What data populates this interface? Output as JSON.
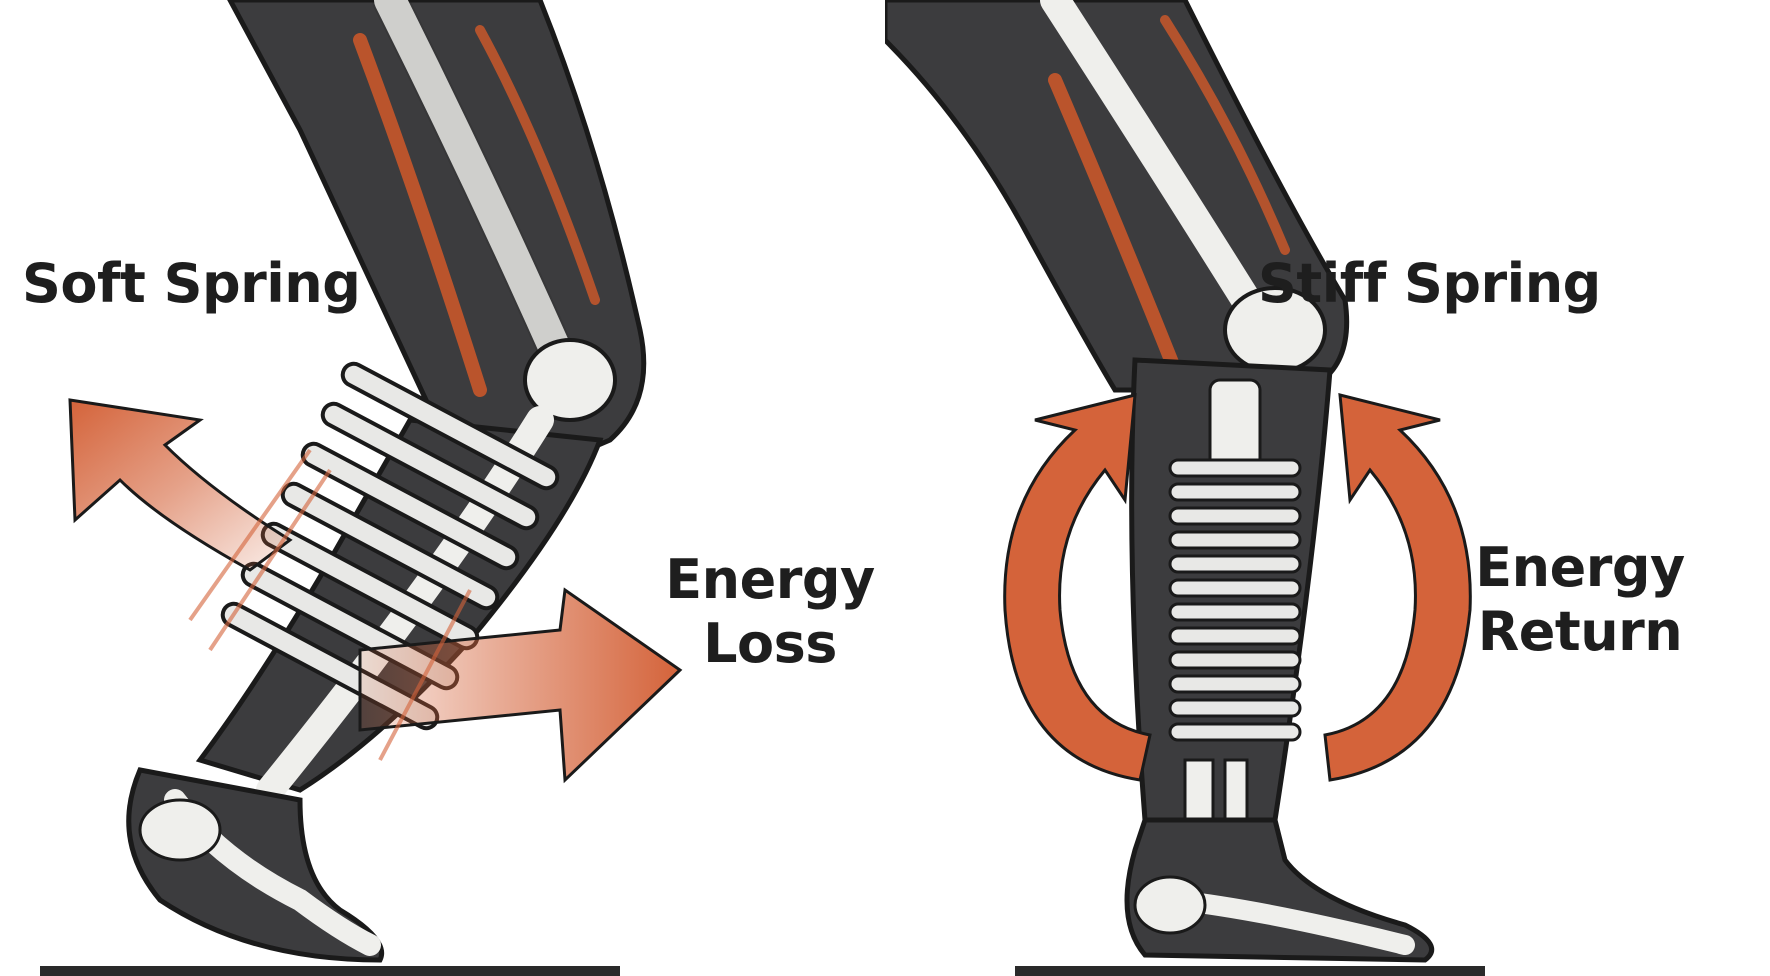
{
  "left_panel": {
    "title": "Soft Spring",
    "effect_line1": "Energy",
    "effect_line2": "Loss"
  },
  "right_panel": {
    "title": "Stiff Spring",
    "effect_line1": "Energy",
    "effect_line2": "Return"
  },
  "colors": {
    "leg_fill": "#3c3c3e",
    "outline": "#1a1a1a",
    "bone": "#efefec",
    "muscle": "#c8572a",
    "arrow": "#d4633a",
    "background": "#ffffff"
  }
}
